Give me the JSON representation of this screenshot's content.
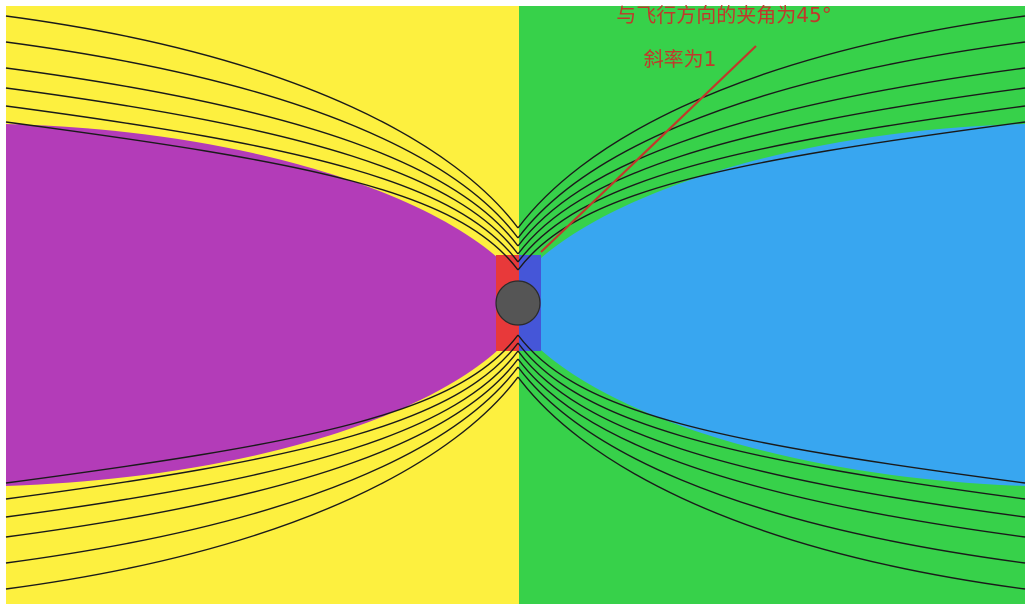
{
  "colors": {
    "left_outer": "#FDF03F",
    "left_core": "#B33CB8",
    "right_outer": "#37D14A",
    "right_core": "#38A6F0",
    "left_band": "#E8393A",
    "right_band": "#4556D8",
    "body": "#555555",
    "field_lines": "#1a1a1a",
    "annotation": "#C0392B"
  },
  "annotations": {
    "angle_label": "与飞行方向的夹角为45°",
    "slope_label": "斜率为1"
  },
  "icons": {
    "central_body": "sphere"
  }
}
